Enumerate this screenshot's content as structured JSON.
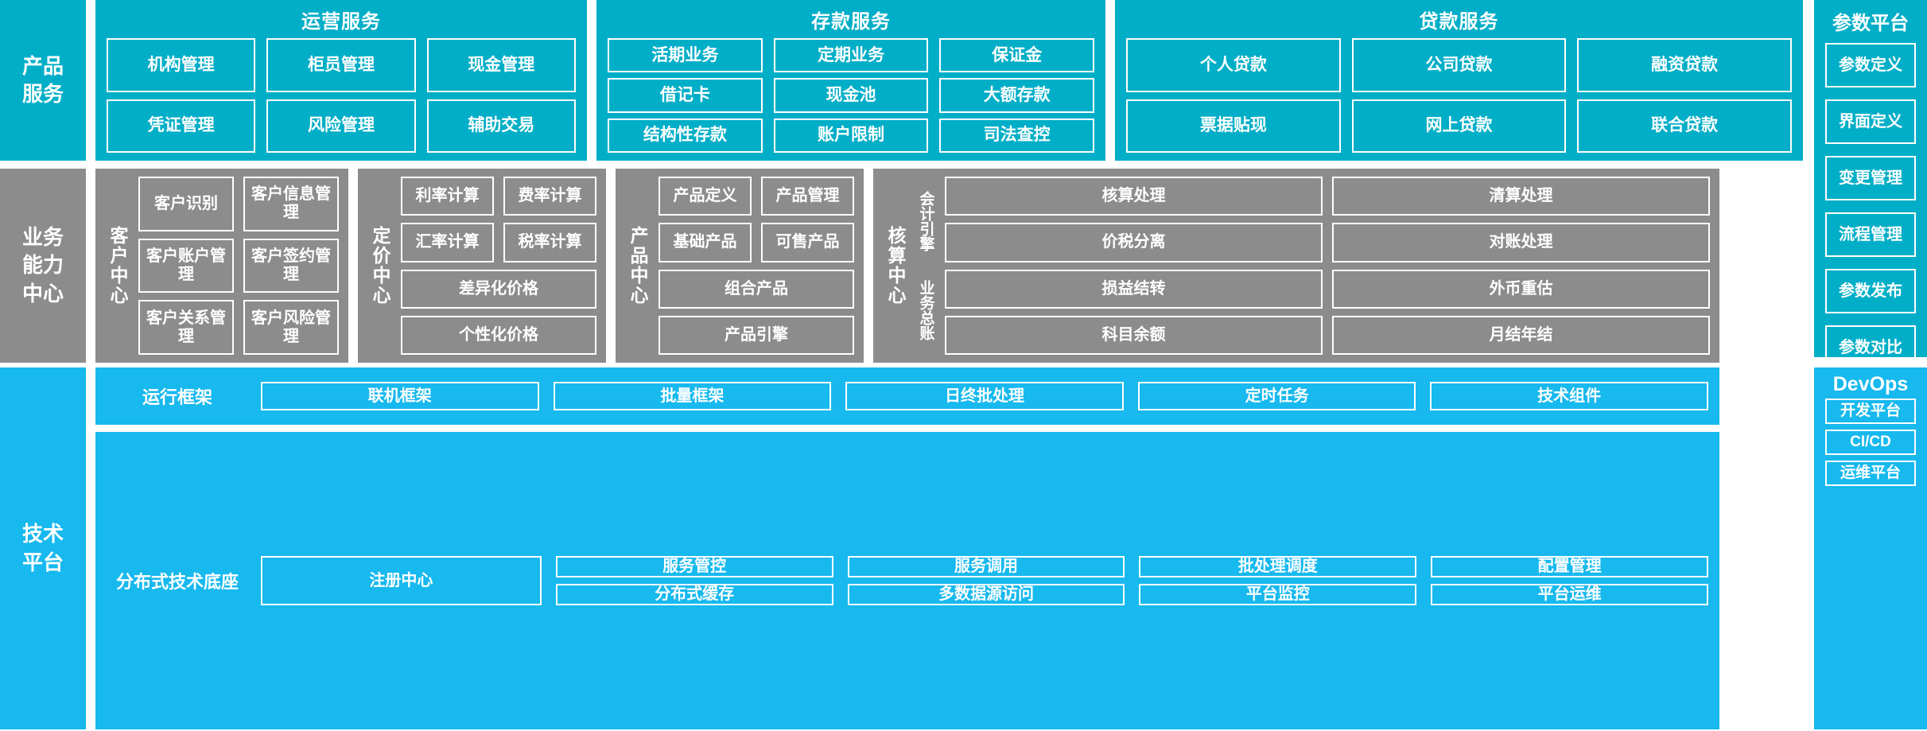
{
  "colors": {
    "cyan": "#00AEC7",
    "cyan_light": "#17B9EE",
    "grey": "#8C8C8C",
    "border": "#FFFFFF"
  },
  "band_product": {
    "side_label": "产品\n服务",
    "side_label_line1": "产品",
    "side_label_line2": "服务",
    "groups": [
      {
        "title": "运营服务",
        "rows": [
          [
            "机构管理",
            "柜员管理",
            "现金管理"
          ],
          [
            "凭证管理",
            "风险管理",
            "辅助交易"
          ]
        ]
      },
      {
        "title": "存款服务",
        "rows": [
          [
            "活期业务",
            "定期业务",
            "保证金"
          ],
          [
            "借记卡",
            "现金池",
            "大额存款"
          ],
          [
            "结构性存款",
            "账户限制",
            "司法查控"
          ]
        ]
      },
      {
        "title": "贷款服务",
        "rows": [
          [
            "个人贷款",
            "公司贷款",
            "融资贷款"
          ],
          [
            "票据贴现",
            "网上贷款",
            "联合贷款"
          ]
        ]
      }
    ]
  },
  "rail_param": {
    "title": "参数平台",
    "items": [
      "参数定义",
      "界面定义",
      "变更管理",
      "流程管理",
      "参数发布",
      "参数对比"
    ]
  },
  "band_capability": {
    "side_label_line1": "业务",
    "side_label_line2": "能力",
    "side_label_line3": "中心",
    "centers": [
      {
        "vlabel": "客户中心",
        "rows": [
          [
            "客户识别",
            "客户信息管理"
          ],
          [
            "客户账户管理",
            "客户签约管理"
          ],
          [
            "客户关系管理",
            "客户风险管理"
          ]
        ]
      },
      {
        "vlabel": "定价中心",
        "rows": [
          [
            "利率计算",
            "费率计算"
          ],
          [
            "汇率计算",
            "税率计算"
          ],
          [
            "差异化价格"
          ],
          [
            "个性化价格"
          ]
        ]
      },
      {
        "vlabel": "产品中心",
        "rows": [
          [
            "产品定义",
            "产品管理"
          ],
          [
            "基础产品",
            "可售产品"
          ],
          [
            "组合产品"
          ],
          [
            "产品引擎"
          ]
        ]
      },
      {
        "vlabel": "核算中心",
        "sublabel_top": "会计引擎",
        "sublabel_bottom": "业务总账",
        "rows_top": [
          [
            "核算处理",
            "清算处理"
          ],
          [
            "价税分离",
            "对账处理"
          ]
        ],
        "rows_bottom": [
          [
            "损益结转",
            "外币重估"
          ],
          [
            "科目余额",
            "月结年结"
          ]
        ]
      }
    ]
  },
  "band_tech": {
    "side_label_line1": "技术",
    "side_label_line2": "平台",
    "strips": [
      {
        "label": "运行框架",
        "items": [
          "联机框架",
          "批量框架",
          "日终批处理",
          "定时任务",
          "技术组件"
        ]
      },
      {
        "label": "分布式技术底座",
        "single": "注册中心",
        "stacks": [
          [
            "服务管控",
            "分布式缓存"
          ],
          [
            "服务调用",
            "多数据源访问"
          ],
          [
            "批处理调度",
            "平台监控"
          ],
          [
            "配置管理",
            "平台运维"
          ]
        ]
      }
    ]
  },
  "rail_devops": {
    "title": "DevOps",
    "items": [
      "开发平台",
      "CI/CD",
      "运维平台"
    ]
  }
}
